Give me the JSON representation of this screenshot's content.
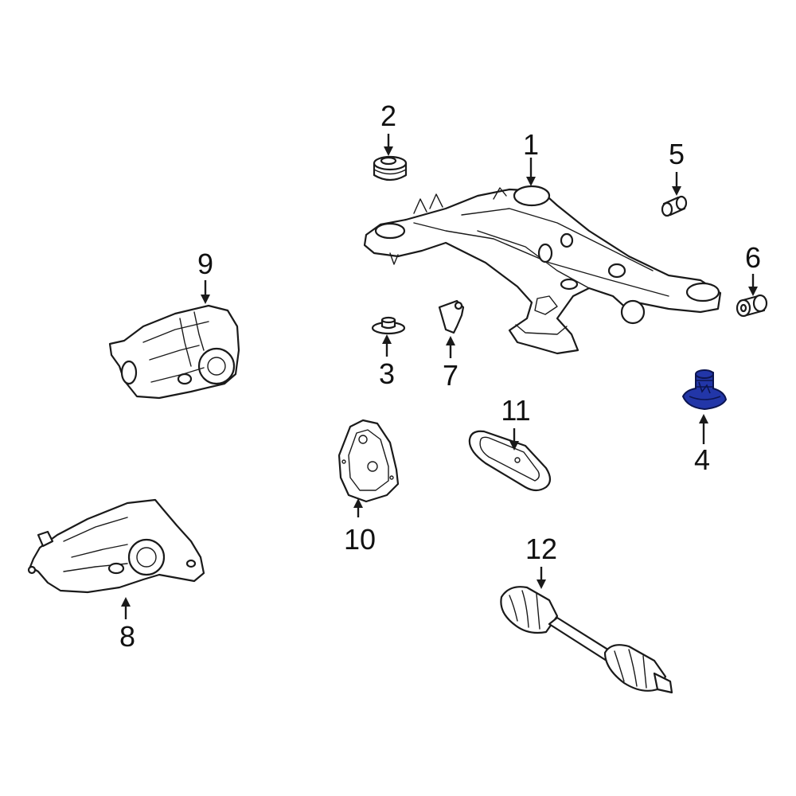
{
  "parts": [
    {
      "number": "1",
      "name": "crossmember",
      "highlighted": false
    },
    {
      "number": "2",
      "name": "bushing",
      "highlighted": false
    },
    {
      "number": "3",
      "name": "mount",
      "highlighted": false
    },
    {
      "number": "4",
      "name": "mount",
      "highlighted": true
    },
    {
      "number": "5",
      "name": "bushing",
      "highlighted": false
    },
    {
      "number": "6",
      "name": "bushing",
      "highlighted": false
    },
    {
      "number": "7",
      "name": "bracket",
      "highlighted": false
    },
    {
      "number": "8",
      "name": "differential",
      "highlighted": false
    },
    {
      "number": "9",
      "name": "differential",
      "highlighted": false
    },
    {
      "number": "10",
      "name": "cover",
      "highlighted": false
    },
    {
      "number": "11",
      "name": "gasket",
      "highlighted": false
    },
    {
      "number": "12",
      "name": "axle shaft",
      "highlighted": false
    }
  ],
  "colors": {
    "highlight": "#2236a8",
    "line": "#1a1a1a",
    "background": "#ffffff"
  }
}
